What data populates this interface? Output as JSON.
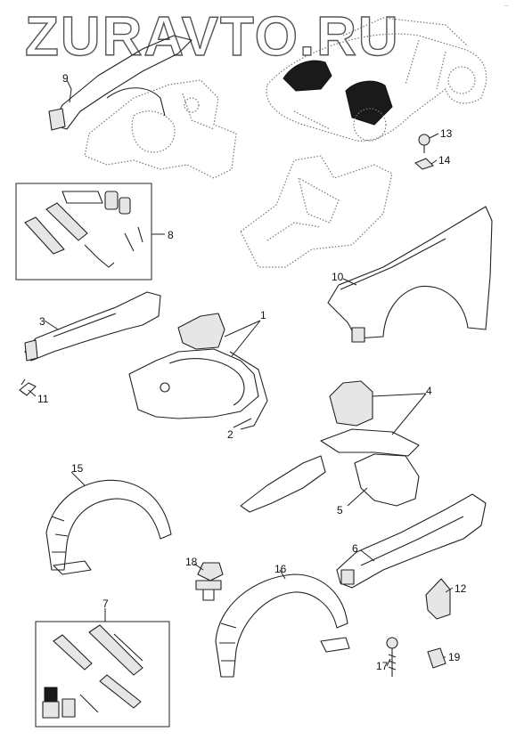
{
  "watermark": "ZURAVTO.RU",
  "corner_mark": "—",
  "callouts": {
    "c1": "1",
    "c2": "2",
    "c3": "3",
    "c4": "4",
    "c5": "5",
    "c6": "6",
    "c7": "7",
    "c8": "8",
    "c9": "9",
    "c10": "10",
    "c11": "11",
    "c12": "12",
    "c13": "13",
    "c14": "14",
    "c15": "15",
    "c16": "16",
    "c17": "17",
    "c18": "18",
    "c19": "19"
  },
  "colors": {
    "line": "#222222",
    "watermark": "#555555",
    "ghost": "#777777",
    "shade": "#1a1a1a"
  }
}
